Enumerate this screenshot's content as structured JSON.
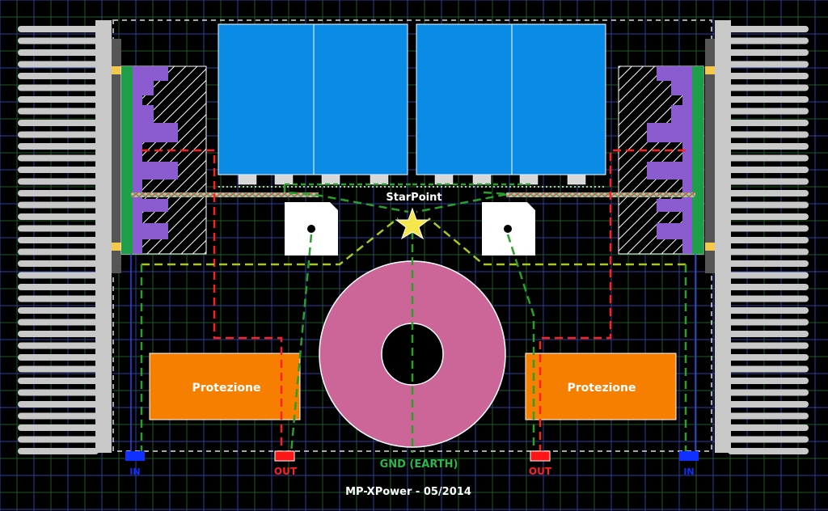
{
  "labels": {
    "star_point": "StarPoint",
    "protection_left": "Protezione",
    "protection_right": "Protezione",
    "gnd": "GND (EARTH)",
    "out_left": "OUT",
    "out_right": "OUT",
    "in_left": "IN",
    "in_right": "IN",
    "footer": "MP-XPower - 05/2014"
  },
  "colors": {
    "background": "#000000",
    "grid_major": "#2a3fa0",
    "grid_minor": "#1f5a28",
    "heatsink": "#c8c8c8",
    "capacitor": "#0a8ce6",
    "protection": "#f77f00",
    "toroid": "#cc6699",
    "module": "#8a5cd0",
    "wire_red": "#ff2020",
    "wire_green": "#2aa02a",
    "wire_yellow_green": "#a6c820",
    "wire_blue": "#3040ff",
    "star": "#f5e64a"
  }
}
